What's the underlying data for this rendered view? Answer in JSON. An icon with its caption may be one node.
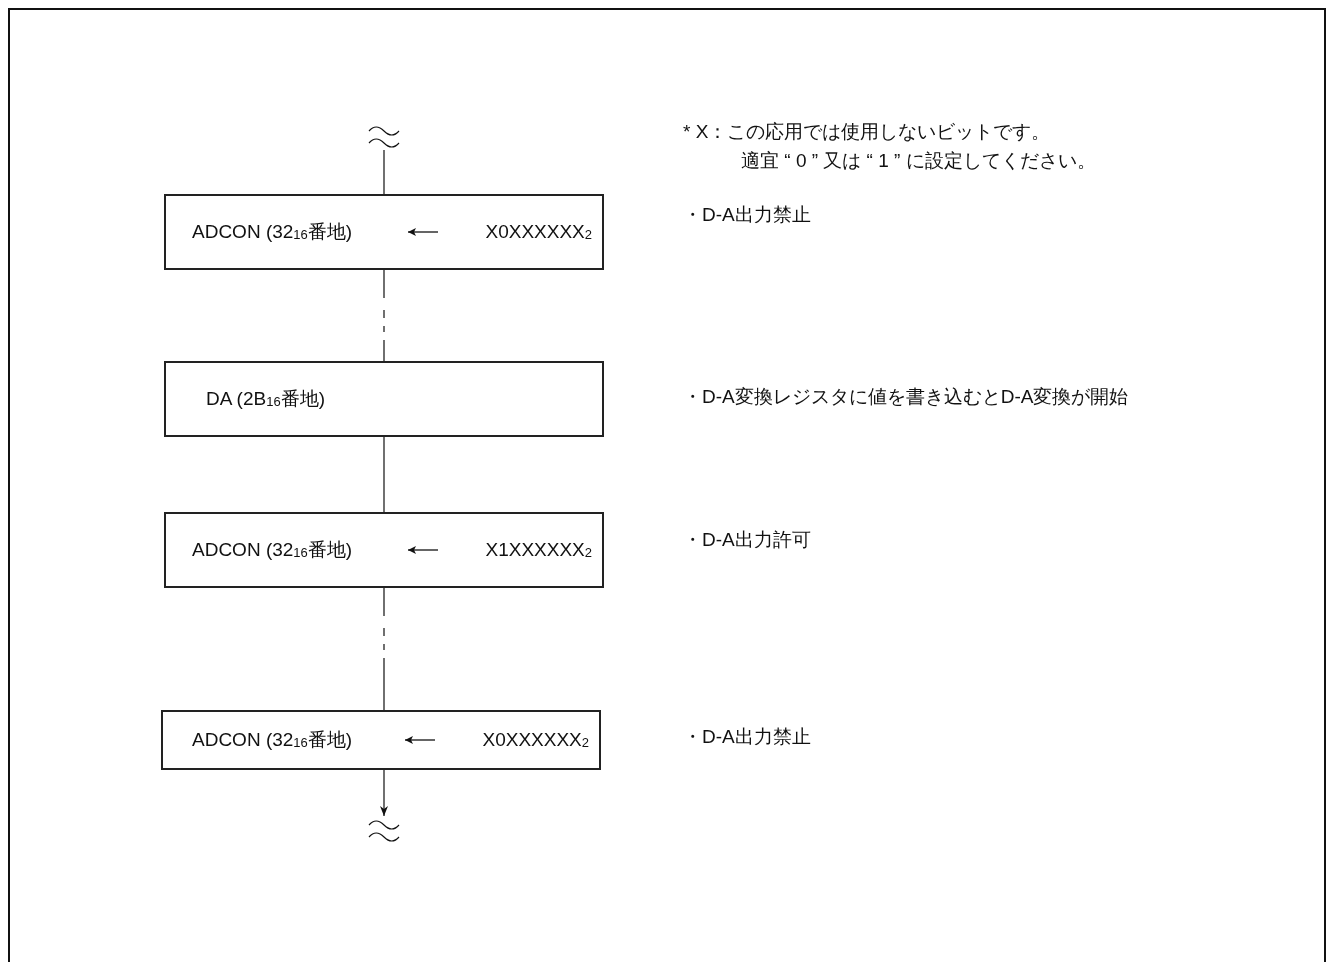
{
  "diagram": {
    "nodes": [
      {
        "text": [],
        "shape": "wave"
      },
      {
        "text": [
          "ADCON (32$_{16}$番地)",
          "X0XXXXXX$_{2}$"
        ]
      },
      {
        "text": [
          "DA (2B$_{16}$番地)"
        ]
      },
      {
        "text": [
          "ADCON (32$_{16}$番地)",
          "X1XXXXXX$_{2}$"
        ]
      },
      {
        "text": [
          "ADCON (32$_{16}$番地)",
          "X0XXXXXX$_{2}$"
        ]
      },
      {
        "text": [],
        "shape": "wave"
      }
    ],
    "edges": [
      {
        "from": 0,
        "to": 1,
        "arrow": "none"
      },
      {
        "from": 1,
        "to": 2,
        "arrow": "none",
        "style": "dashed"
      },
      {
        "from": 2,
        "to": 3,
        "arrow": "none"
      },
      {
        "from": 3,
        "to": 4,
        "arrow": "none",
        "style": "dashed"
      },
      {
        "from": 4,
        "to": 5,
        "arrow": "to"
      }
    ],
    "labels": [
      "* X：この応用では使用しないビットです。",
      "適宜 “ 0 ” 又は “ 1 ” に設定してください。",
      "・D-A出力禁止",
      "・D-A変換レジスタに値を書き込むとD-A変換が開始",
      "・D-A出力許可",
      "・D-A出力禁止"
    ]
  }
}
